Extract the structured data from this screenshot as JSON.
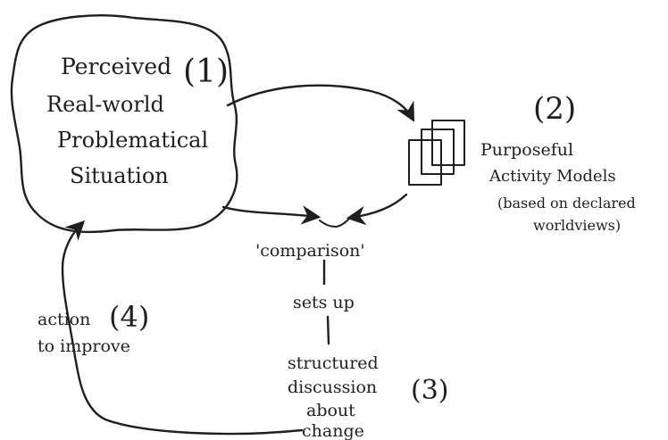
{
  "node1": {
    "number": "(1)",
    "lines": [
      "Perceived",
      "Real-world",
      "Problematical",
      "Situation"
    ]
  },
  "node2": {
    "number": "(2)",
    "lines": [
      "Purposeful",
      "Activity Models",
      "(based on declared",
      "worldviews)"
    ]
  },
  "comparison": {
    "label": "'comparison'"
  },
  "sets_up": {
    "label": "sets up"
  },
  "node3": {
    "number": "(3)",
    "lines": [
      "structured",
      "discussion",
      "about",
      "change"
    ]
  },
  "node4": {
    "number": "(4)",
    "lines": [
      "action",
      "to improve"
    ]
  }
}
